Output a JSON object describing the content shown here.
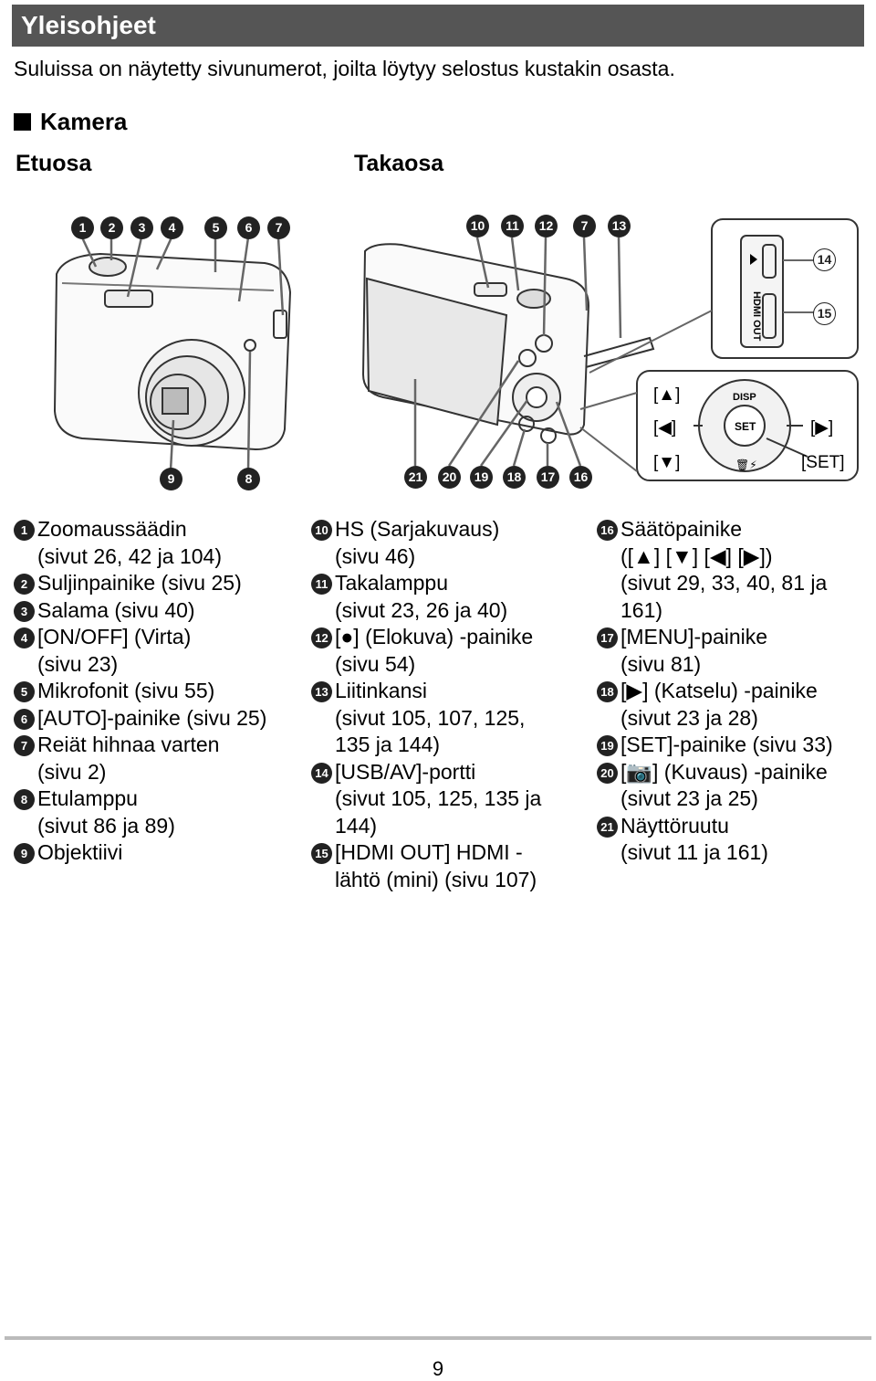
{
  "header": {
    "title": "Yleisohjeet"
  },
  "intro": "Suluissa on näytetty sivunumerot, joilta löytyy selostus kustakin osasta.",
  "section": {
    "title": "Kamera"
  },
  "front": {
    "title": "Etuosa"
  },
  "back": {
    "title": "Takaosa"
  },
  "callouts": {
    "front_top": [
      "1",
      "2",
      "3",
      "4",
      "5",
      "6",
      "7"
    ],
    "front_bottom": [
      "9",
      "8"
    ],
    "back_top": [
      "10",
      "11",
      "12",
      "7",
      "13"
    ],
    "back_bottom": [
      "21",
      "20",
      "19",
      "18",
      "17",
      "16"
    ],
    "port": [
      "14",
      "15"
    ]
  },
  "port_label": "HDMI OUT",
  "dial": {
    "up": "[▲]",
    "left": "[◀]",
    "down": "[▼]",
    "right": "[▶]",
    "set": "[SET]",
    "disp": "DISP",
    "center": "SET",
    "bottom": "🗑⚡"
  },
  "legend": {
    "col1": [
      {
        "n": "1",
        "text": "Zoomaussäädin\n(sivut 26, 42 ja 104)"
      },
      {
        "n": "2",
        "text": "Suljinpainike (sivu 25)"
      },
      {
        "n": "3",
        "text": "Salama (sivu 40)"
      },
      {
        "n": "4",
        "text": "[ON/OFF] (Virta)\n(sivu 23)"
      },
      {
        "n": "5",
        "text": "Mikrofonit (sivu 55)"
      },
      {
        "n": "6",
        "text": "[AUTO]-painike (sivu 25)"
      },
      {
        "n": "7",
        "text": "Reiät hihnaa varten\n(sivu 2)"
      },
      {
        "n": "8",
        "text": "Etulamppu\n(sivut 86 ja 89)"
      },
      {
        "n": "9",
        "text": "Objektiivi"
      }
    ],
    "col2": [
      {
        "n": "10",
        "text": "HS (Sarjakuvaus)\n(sivu 46)"
      },
      {
        "n": "11",
        "text": "Takalamppu\n(sivut 23, 26 ja 40)"
      },
      {
        "n": "12",
        "text": "[●] (Elokuva) -painike\n(sivu 54)"
      },
      {
        "n": "13",
        "text": "Liitinkansi\n(sivut 105, 107, 125,\n135 ja 144)"
      },
      {
        "n": "14",
        "text": "[USB/AV]-portti\n(sivut 105, 125, 135 ja\n144)"
      },
      {
        "n": "15",
        "text": "[HDMI OUT] HDMI -\nlähtö (mini) (sivu 107)"
      }
    ],
    "col3": [
      {
        "n": "16",
        "text": "Säätöpainike\n([▲] [▼] [◀] [▶])\n(sivut 29, 33, 40, 81 ja\n161)"
      },
      {
        "n": "17",
        "text": "[MENU]-painike\n(sivu 81)"
      },
      {
        "n": "18",
        "text": "[▶] (Katselu) -painike\n(sivut 23 ja 28)"
      },
      {
        "n": "19",
        "text": "[SET]-painike (sivu 33)"
      },
      {
        "n": "20",
        "text": "[📷] (Kuvaus) -painike\n(sivut 23 ja 25)"
      },
      {
        "n": "21",
        "text": "Näyttöruutu\n(sivut 11 ja 161)"
      }
    ]
  },
  "page_number": "9"
}
